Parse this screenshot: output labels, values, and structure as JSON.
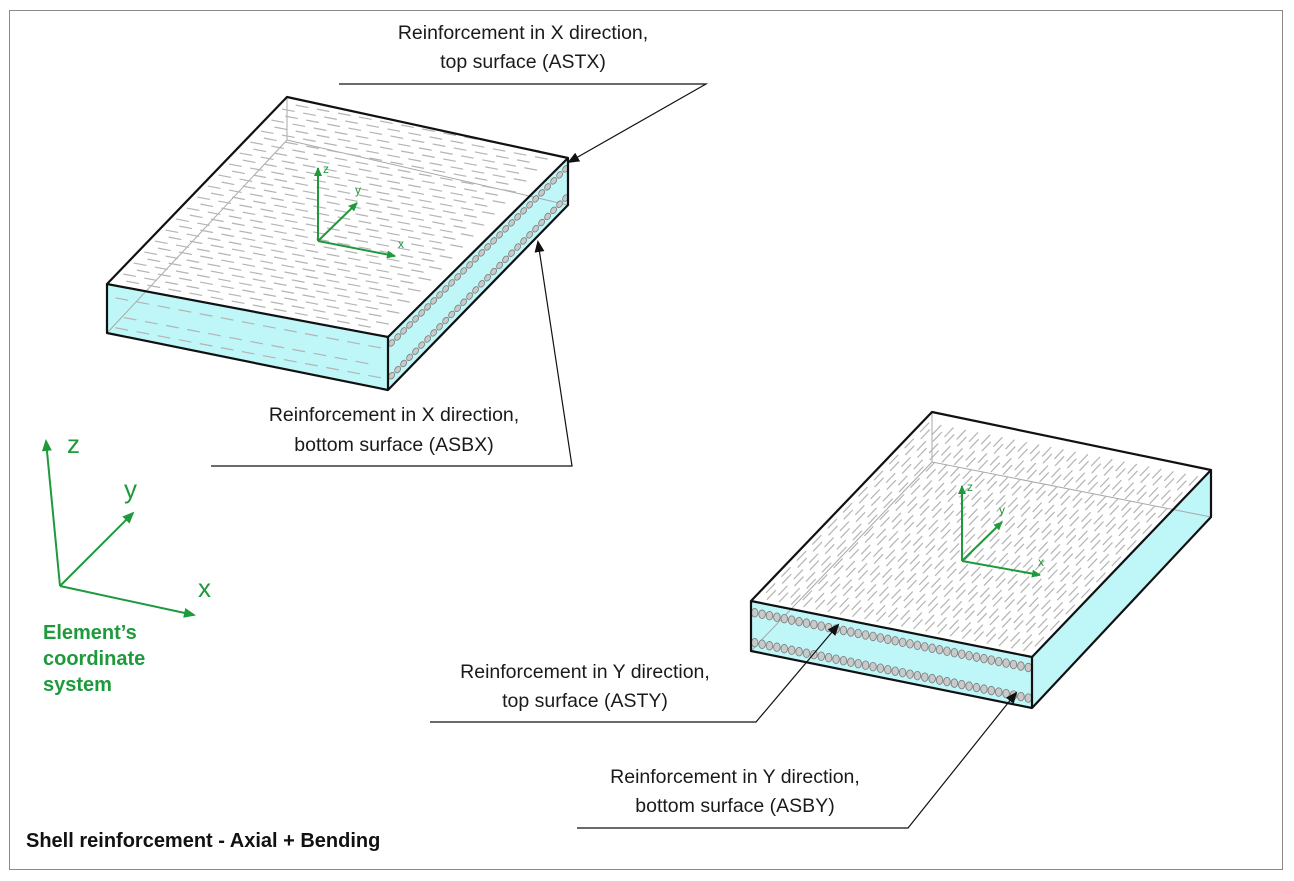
{
  "diagram": {
    "title": "Shell reinforcement - Axial + Bending",
    "coordinate_system": {
      "axis_labels": {
        "x": "x",
        "y": "y",
        "z": "z"
      },
      "caption_lines": [
        "Element’s",
        "coordinate",
        "system"
      ]
    },
    "callouts": {
      "astx": {
        "line1": "Reinforcement in X direction,",
        "line2": "top surface (ASTX)"
      },
      "asbx": {
        "line1": "Reinforcement in X direction,",
        "line2": "bottom surface (ASBX)"
      },
      "asty": {
        "line1": "Reinforcement in Y direction,",
        "line2": "top surface (ASTY)"
      },
      "asby": {
        "line1": "Reinforcement in Y direction,",
        "line2": "bottom surface (ASBY)"
      }
    },
    "colors": {
      "slab_side": "#bff6f8",
      "axis_green": "#1e9a3c",
      "rebar_dash": "#b4b4b4",
      "edge": "#111111"
    }
  }
}
